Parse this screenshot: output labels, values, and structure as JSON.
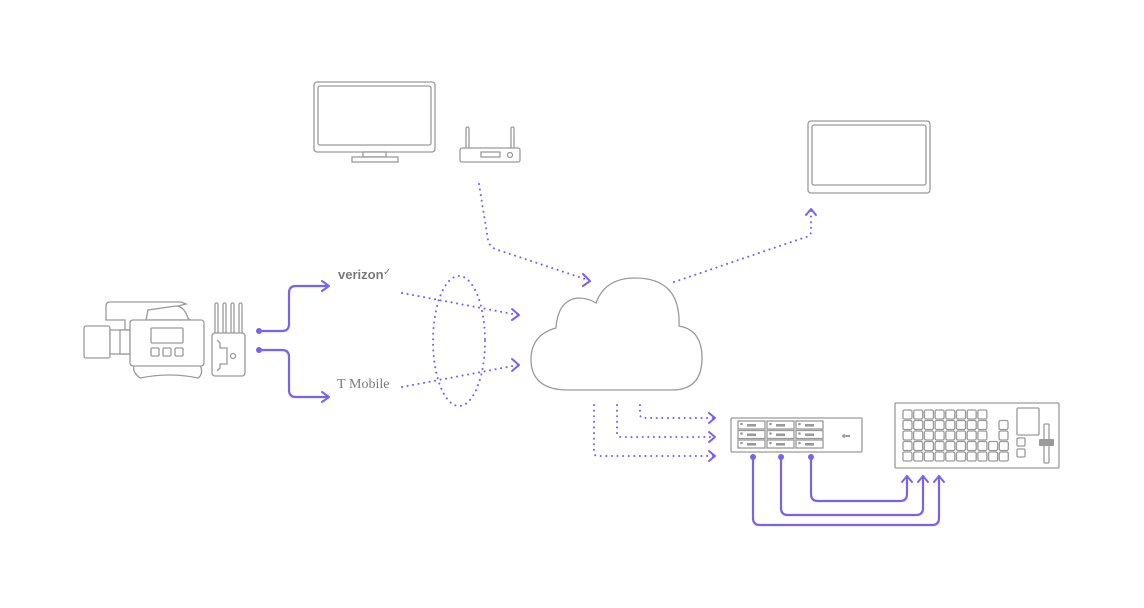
{
  "diagram": {
    "title": "Cellular bonded video contribution to cloud",
    "colors": {
      "accent": "#7b61f0",
      "device_stroke": "#9a9a9a",
      "label": "#7a7a7a",
      "background": "#ffffff"
    },
    "nodes": {
      "camera": {
        "label": "camera",
        "icon": "video-camera-icon"
      },
      "transmitter": {
        "label": "cellular bonding transmitter",
        "icon": "transmitter-icon"
      },
      "carrier_1": {
        "label": "verizon",
        "mark": "✓"
      },
      "carrier_2": {
        "label": "Mobile",
        "mark": "T"
      },
      "tv": {
        "label": "television",
        "icon": "tv-icon"
      },
      "router": {
        "label": "router",
        "icon": "router-icon"
      },
      "tablet": {
        "label": "tablet",
        "icon": "tablet-icon"
      },
      "cloud": {
        "label": "cloud",
        "icon": "cloud-icon"
      },
      "decoder_rack": {
        "label": "decoder rack",
        "icon": "rack-icon"
      },
      "switcher": {
        "label": "production switcher",
        "icon": "switcher-icon"
      }
    },
    "links": [
      {
        "from": "transmitter",
        "to": "carrier_1",
        "style": "solid"
      },
      {
        "from": "transmitter",
        "to": "carrier_2",
        "style": "solid"
      },
      {
        "from": "carrier_1",
        "to": "cloud",
        "style": "dotted"
      },
      {
        "from": "carrier_2",
        "to": "cloud",
        "style": "dotted"
      },
      {
        "from": "router",
        "to": "cloud",
        "style": "dotted"
      },
      {
        "from": "cloud",
        "to": "tablet",
        "style": "dotted"
      },
      {
        "from": "cloud",
        "to": "decoder_rack",
        "style": "dotted",
        "count": 3
      },
      {
        "from": "decoder_rack",
        "to": "switcher",
        "style": "solid",
        "count": 3
      }
    ]
  }
}
